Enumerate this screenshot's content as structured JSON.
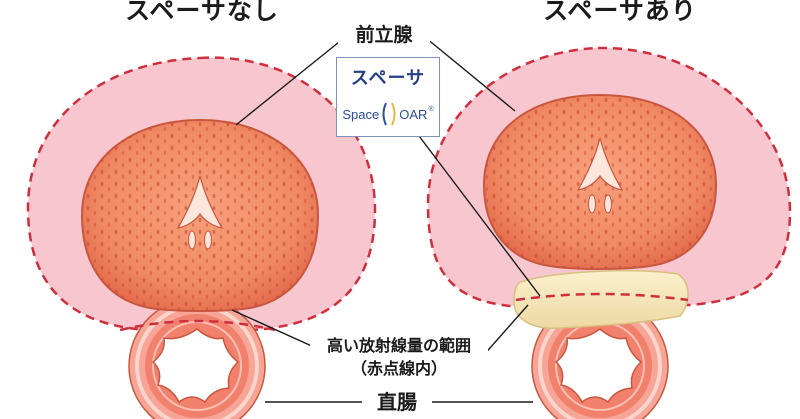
{
  "headings": {
    "left": "スペーサなし",
    "right": "スペーサあり"
  },
  "labels": {
    "prostate": "前立腺",
    "high_dose_line1": "高い放射線量の範囲",
    "high_dose_line2": "（赤点線内）",
    "rectum": "直腸"
  },
  "spacer_box": {
    "title": "スペーサ",
    "brand_left": "Space",
    "brand_right": "OAR",
    "trademark": "®"
  },
  "colors": {
    "radiation_zone": "#f7c6cf",
    "dashed_boundary": "#cf2f3c",
    "prostate_fill": "#f1845f",
    "rectum_wall": "#f28f7d",
    "spacer_gel": "#f5e6b7",
    "box_text": "#243f86"
  }
}
